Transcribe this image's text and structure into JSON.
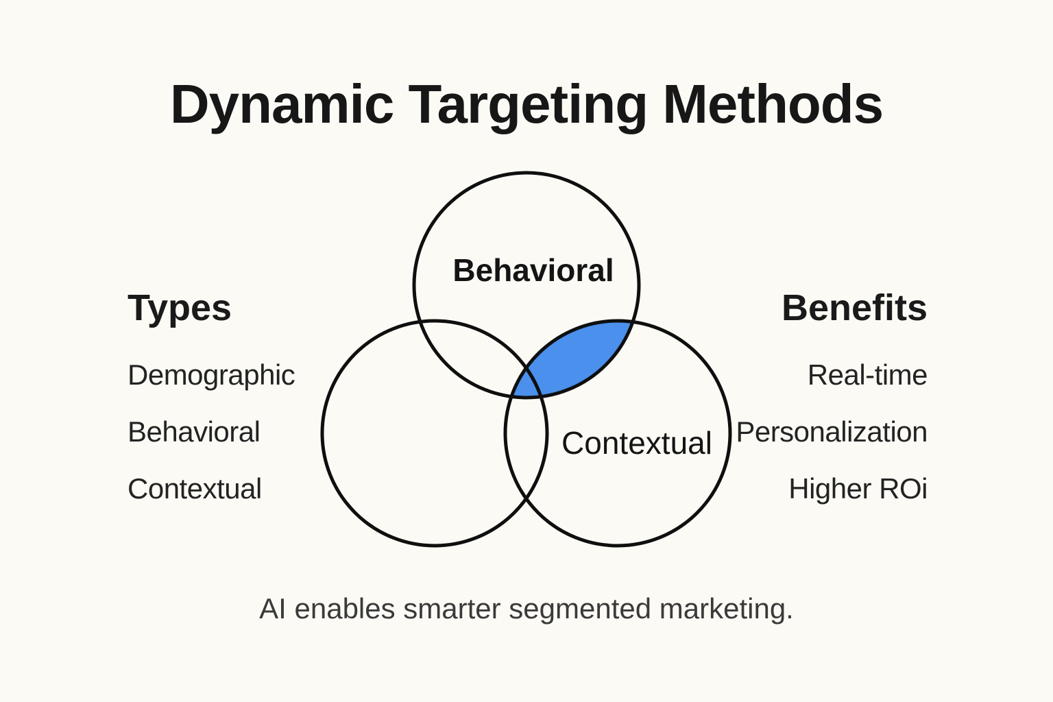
{
  "title": "Dynamic Targeting Methods",
  "venn": {
    "top_circle_label": "Behavioral",
    "bottom_right_circle_label": "Contextual",
    "highlight": {
      "region": "intersection of top and bottom-right circles",
      "color": "#4A90EC"
    },
    "outline_color": "#0F0F0F"
  },
  "left_panel": {
    "heading": "Types",
    "items": [
      "Demographic",
      "Behavioral",
      "Contextual"
    ]
  },
  "right_panel": {
    "heading": "Benefits",
    "items": [
      "Real-time",
      "Personalization",
      "Higher ROi"
    ]
  },
  "caption": "AI enables smarter segmented marketing."
}
